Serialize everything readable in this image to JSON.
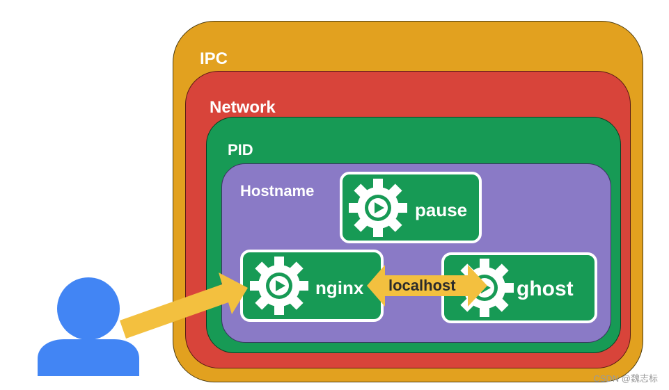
{
  "layers": {
    "ipc": "IPC",
    "network": "Network",
    "pid": "PID",
    "hostname": "Hostname"
  },
  "containers": {
    "pause": "pause",
    "nginx": "nginx",
    "ghost": "ghost"
  },
  "link_label": "localhost",
  "watermark": "CSDN @魏志标",
  "icons": [
    "user-icon",
    "gear-play-icon",
    "double-arrow-icon",
    "arrow-icon"
  ],
  "colors": {
    "ipc": "#e2a11f",
    "network": "#d8443a",
    "pid": "#179a55",
    "hostname": "#8a7ac6",
    "container": "#179a55",
    "arrow": "#f3c03f",
    "user": "#4285f4"
  }
}
